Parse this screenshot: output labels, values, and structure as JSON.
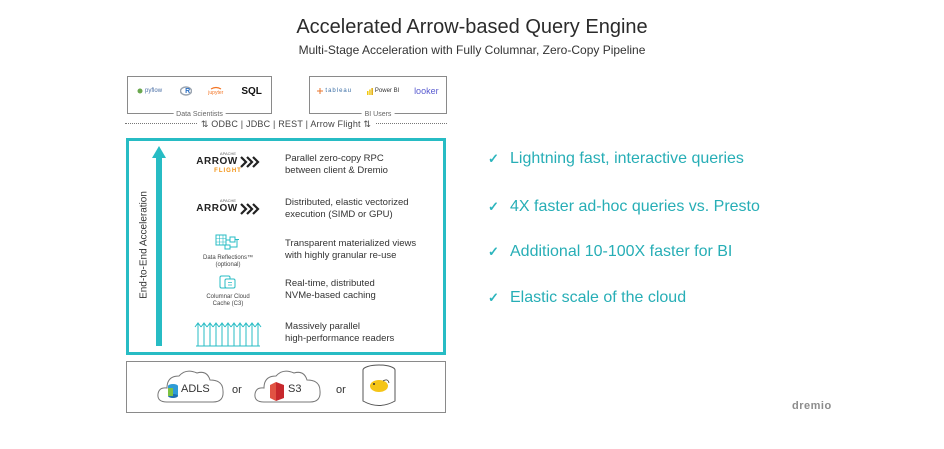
{
  "title": "Accelerated Arrow-based Query Engine",
  "subtitle": "Multi-Stage Acceleration with Fully Columnar, Zero-Copy Pipeline",
  "clients": {
    "data_scientists": {
      "caption": "Data Scientists",
      "logos": [
        "pyflow",
        "R",
        "jupyter",
        "SQL"
      ]
    },
    "bi_users": {
      "caption": "BI Users",
      "logos": [
        "tableau",
        "Power BI",
        "looker"
      ]
    }
  },
  "protocols": "⇅  ODBC | JDBC | REST | Arrow Flight  ⇅",
  "acceleration_label": "End-to-End Acceleration",
  "layers": [
    {
      "icon_top": "APACHE",
      "icon_main": "ARROW",
      "icon_sub": "FLIGHT",
      "text_1": "Parallel zero-copy RPC",
      "text_2": "between client & Dremio"
    },
    {
      "icon_top": "APACHE",
      "icon_main": "ARROW",
      "text_1": "Distributed, elastic vectorized",
      "text_2": "execution (SIMD or GPU)"
    },
    {
      "icon_caption_1": "Data Reflections™",
      "icon_caption_2": "(optional)",
      "text_1": "Transparent materialized views",
      "text_2": "with highly granular re-use"
    },
    {
      "icon_caption_1": "Columnar Cloud",
      "icon_caption_2": "Cache (C3)",
      "text_1": "Real-time, distributed",
      "text_2": "NVMe-based caching"
    },
    {
      "text_1": "Massively parallel",
      "text_2": "high-performance readers"
    }
  ],
  "storage": {
    "adls": "ADLS",
    "or_1": "or",
    "s3": "S3",
    "or_2": "or"
  },
  "benefits": [
    "Lightning fast, interactive queries",
    "4X faster ad-hoc queries vs. Presto",
    "Additional 10-100X faster for BI",
    "Elastic scale of the cloud"
  ],
  "check_glyph": "✓",
  "brand": "dremio",
  "colors": {
    "accent": "#27bcc4",
    "benefit_text": "#27aeb6",
    "flight_orange": "#f29111"
  }
}
